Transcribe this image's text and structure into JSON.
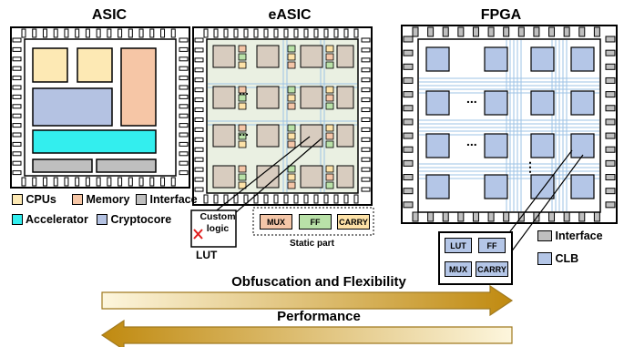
{
  "titles": {
    "asic": "ASIC",
    "easic": "eASIC",
    "fpga": "FPGA"
  },
  "asic_legend": [
    {
      "label": "CPUs",
      "color": "#fde9b4"
    },
    {
      "label": "Memory",
      "color": "#f6c6a6"
    },
    {
      "label": "Interface",
      "color": "#bfbfbf"
    },
    {
      "label": "Accelerator",
      "color": "#33eeee"
    },
    {
      "label": "Cryptocore",
      "color": "#b4c2e2"
    }
  ],
  "easic": {
    "custom_logic": "Custom logic",
    "lut_label": "LUT",
    "static_part_label": "Static part",
    "static_blocks": [
      {
        "label": "MUX",
        "color": "#f4c6a8"
      },
      {
        "label": "FF",
        "color": "#b9e1a8"
      },
      {
        "label": "CARRY",
        "color": "#fde2a8"
      }
    ]
  },
  "fpga": {
    "clb_contents": [
      "LUT",
      "FF",
      "MUX",
      "CARRY"
    ],
    "legend": [
      {
        "label": "Interface",
        "color": "#bfbfbf"
      },
      {
        "label": "CLB",
        "color": "#b4c6e7"
      }
    ],
    "dots": "...",
    "dots_vertical": "⋮"
  },
  "arrows": {
    "top_label": "Obfuscation and Flexibility",
    "bottom_label": "Performance"
  },
  "colors": {
    "arrow_gold": "#c08a10",
    "routing": "#9dc3e6"
  }
}
